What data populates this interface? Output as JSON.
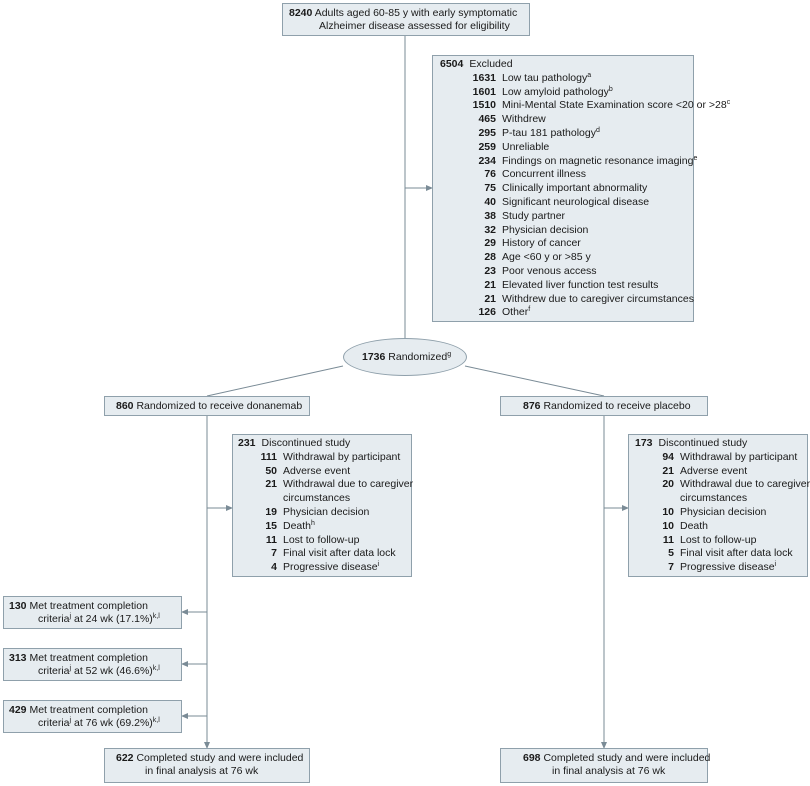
{
  "assessed": {
    "n": "8240",
    "line1": "Adults aged 60-85 y with early symptomatic",
    "line2": "Alzheimer disease assessed for eligibility"
  },
  "excluded": {
    "n": "6504",
    "label": "Excluded",
    "items": [
      {
        "n": "1631",
        "label": "Low tau pathology",
        "sup": "a"
      },
      {
        "n": "1601",
        "label": "Low amyloid pathology",
        "sup": "b"
      },
      {
        "n": "1510",
        "label": "Mini-Mental State Examination score <20 or >28",
        "sup": "c"
      },
      {
        "n": "465",
        "label": "Withdrew",
        "sup": ""
      },
      {
        "n": "295",
        "label": "P-tau 181 pathology",
        "sup": "d"
      },
      {
        "n": "259",
        "label": "Unreliable",
        "sup": ""
      },
      {
        "n": "234",
        "label": "Findings on magnetic resonance imaging",
        "sup": "e"
      },
      {
        "n": "76",
        "label": "Concurrent illness",
        "sup": ""
      },
      {
        "n": "75",
        "label": "Clinically important abnormality",
        "sup": ""
      },
      {
        "n": "40",
        "label": "Significant neurological disease",
        "sup": ""
      },
      {
        "n": "38",
        "label": "Study partner",
        "sup": ""
      },
      {
        "n": "32",
        "label": "Physician decision",
        "sup": ""
      },
      {
        "n": "29",
        "label": "History of cancer",
        "sup": ""
      },
      {
        "n": "28",
        "label": "Age <60 y or >85 y",
        "sup": ""
      },
      {
        "n": "23",
        "label": "Poor venous access",
        "sup": ""
      },
      {
        "n": "21",
        "label": "Elevated liver function test results",
        "sup": ""
      },
      {
        "n": "21",
        "label": "Withdrew due to caregiver circumstances",
        "sup": ""
      },
      {
        "n": "126",
        "label": "Other",
        "sup": "f"
      }
    ]
  },
  "randomized": {
    "n": "1736",
    "label": "Randomized",
    "sup": "g"
  },
  "donanemab": {
    "arm": {
      "n": "860",
      "label": "Randomized to receive donanemab"
    },
    "discontinued": {
      "n": "231",
      "label": "Discontinued study",
      "items": [
        {
          "n": "111",
          "label": "Withdrawal by participant",
          "sup": ""
        },
        {
          "n": "50",
          "label": "Adverse event",
          "sup": ""
        },
        {
          "n": "21",
          "label": "Withdrawal due to caregiver",
          "cont": "circumstances",
          "sup": ""
        },
        {
          "n": "19",
          "label": "Physician decision",
          "sup": ""
        },
        {
          "n": "15",
          "label": "Death",
          "sup": "h"
        },
        {
          "n": "11",
          "label": "Lost to follow-up",
          "sup": ""
        },
        {
          "n": "7",
          "label": "Final visit after data lock",
          "sup": ""
        },
        {
          "n": "4",
          "label": "Progressive disease",
          "sup": "i"
        }
      ]
    },
    "completion": [
      {
        "n": "130",
        "line1": "Met treatment completion",
        "line2a": "criteria",
        "sup1": "j",
        "line2b": " at 24 wk (17.1%)",
        "sup2": "k,l"
      },
      {
        "n": "313",
        "line1": "Met treatment completion",
        "line2a": "criteria",
        "sup1": "j",
        "line2b": " at 52 wk (46.6%)",
        "sup2": "k,l"
      },
      {
        "n": "429",
        "line1": "Met treatment completion",
        "line2a": "criteria",
        "sup1": "j",
        "line2b": " at 76 wk (69.2%)",
        "sup2": "k,l"
      }
    ],
    "completed": {
      "n": "622",
      "line1": "Completed study and were included",
      "line2": "in final analysis at 76 wk"
    }
  },
  "placebo": {
    "arm": {
      "n": "876",
      "label": "Randomized to receive placebo"
    },
    "discontinued": {
      "n": "173",
      "label": "Discontinued study",
      "items": [
        {
          "n": "94",
          "label": "Withdrawal by participant",
          "sup": ""
        },
        {
          "n": "21",
          "label": "Adverse event",
          "sup": ""
        },
        {
          "n": "20",
          "label": "Withdrawal due to caregiver",
          "cont": "circumstances",
          "sup": ""
        },
        {
          "n": "10",
          "label": "Physician decision",
          "sup": ""
        },
        {
          "n": "10",
          "label": "Death",
          "sup": ""
        },
        {
          "n": "11",
          "label": "Lost to follow-up",
          "sup": ""
        },
        {
          "n": "5",
          "label": "Final visit after data lock",
          "sup": ""
        },
        {
          "n": "7",
          "label": "Progressive disease",
          "sup": "i"
        }
      ]
    },
    "completed": {
      "n": "698",
      "line1": "Completed study and were included",
      "line2": "in final analysis at 76 wk"
    }
  }
}
